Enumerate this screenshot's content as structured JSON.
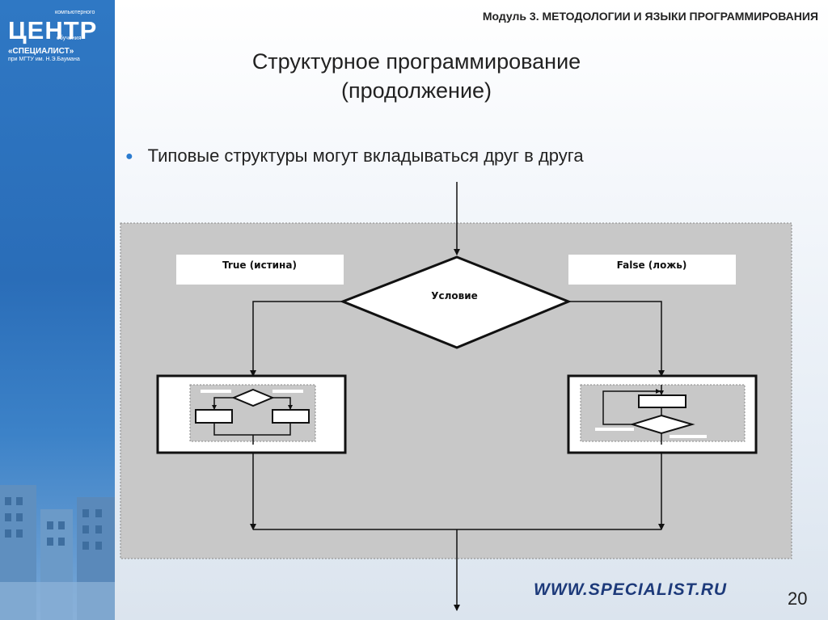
{
  "logo": {
    "big": "ЦЕНТР",
    "top": "компьютерного",
    "mid": "обучения",
    "name": "«СПЕЦИАЛИСТ»",
    "sub": "при МГТУ им. Н.Э.Баумана"
  },
  "header": {
    "module": "Модуль 3. МЕТОДОЛОГИИ И ЯЗЫКИ ПРОГРАММИРОВАНИЯ"
  },
  "title": {
    "line1": "Структурное программирование",
    "line2": "(продолжение)"
  },
  "bullet": {
    "text": "Типовые структуры могут вкладываться друг в друга"
  },
  "diagram": {
    "true_label": "True (истина)",
    "false_label": "False (ложь)",
    "condition_label": "Условие"
  },
  "footer": {
    "url": "WWW.SPECIALIST.RU",
    "page": "20"
  },
  "colors": {
    "sidebar": "#2f78c4",
    "diagram_bg": "#c8c8c8",
    "bullet": "#2b7bd0",
    "url": "#1d3a7a"
  }
}
